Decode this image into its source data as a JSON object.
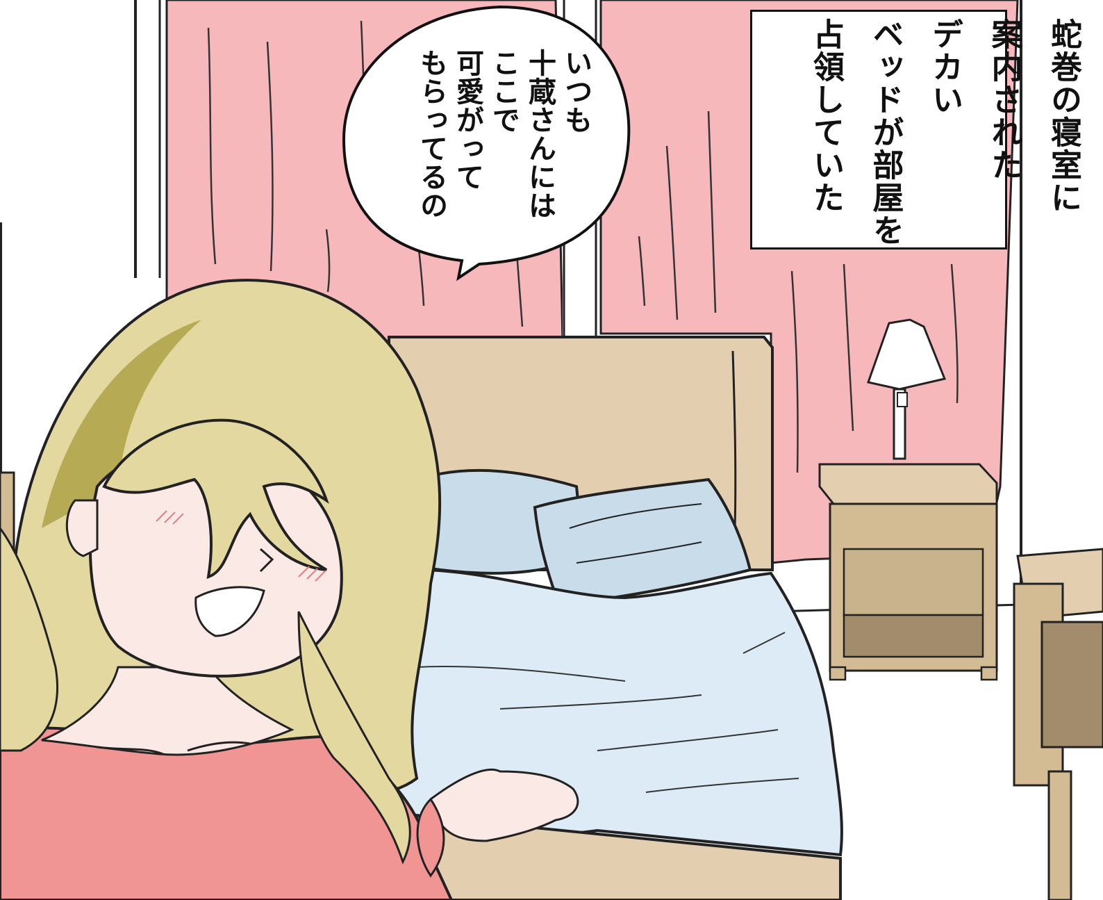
{
  "speech_bubble": {
    "lines": [
      "いつも",
      "十蔵さんには",
      "ここで",
      "可愛がって",
      "もらってるの"
    ]
  },
  "caption_box": {
    "lines": [
      "蛇巻の寝室に",
      "案内された",
      "デカい",
      "ベッドが部屋を",
      "占領していた"
    ]
  },
  "colors": {
    "curtain": "#f7b8bc",
    "bed_frame": "#e3cfb0",
    "bedding": "#dcebf6",
    "pillow": "#c9dcea",
    "hair": "#e2d8a0",
    "hair_shadow": "#b7aa55",
    "sweater": "#f09494",
    "skin": "#fbe9e6",
    "furniture": "#d9c29d"
  }
}
